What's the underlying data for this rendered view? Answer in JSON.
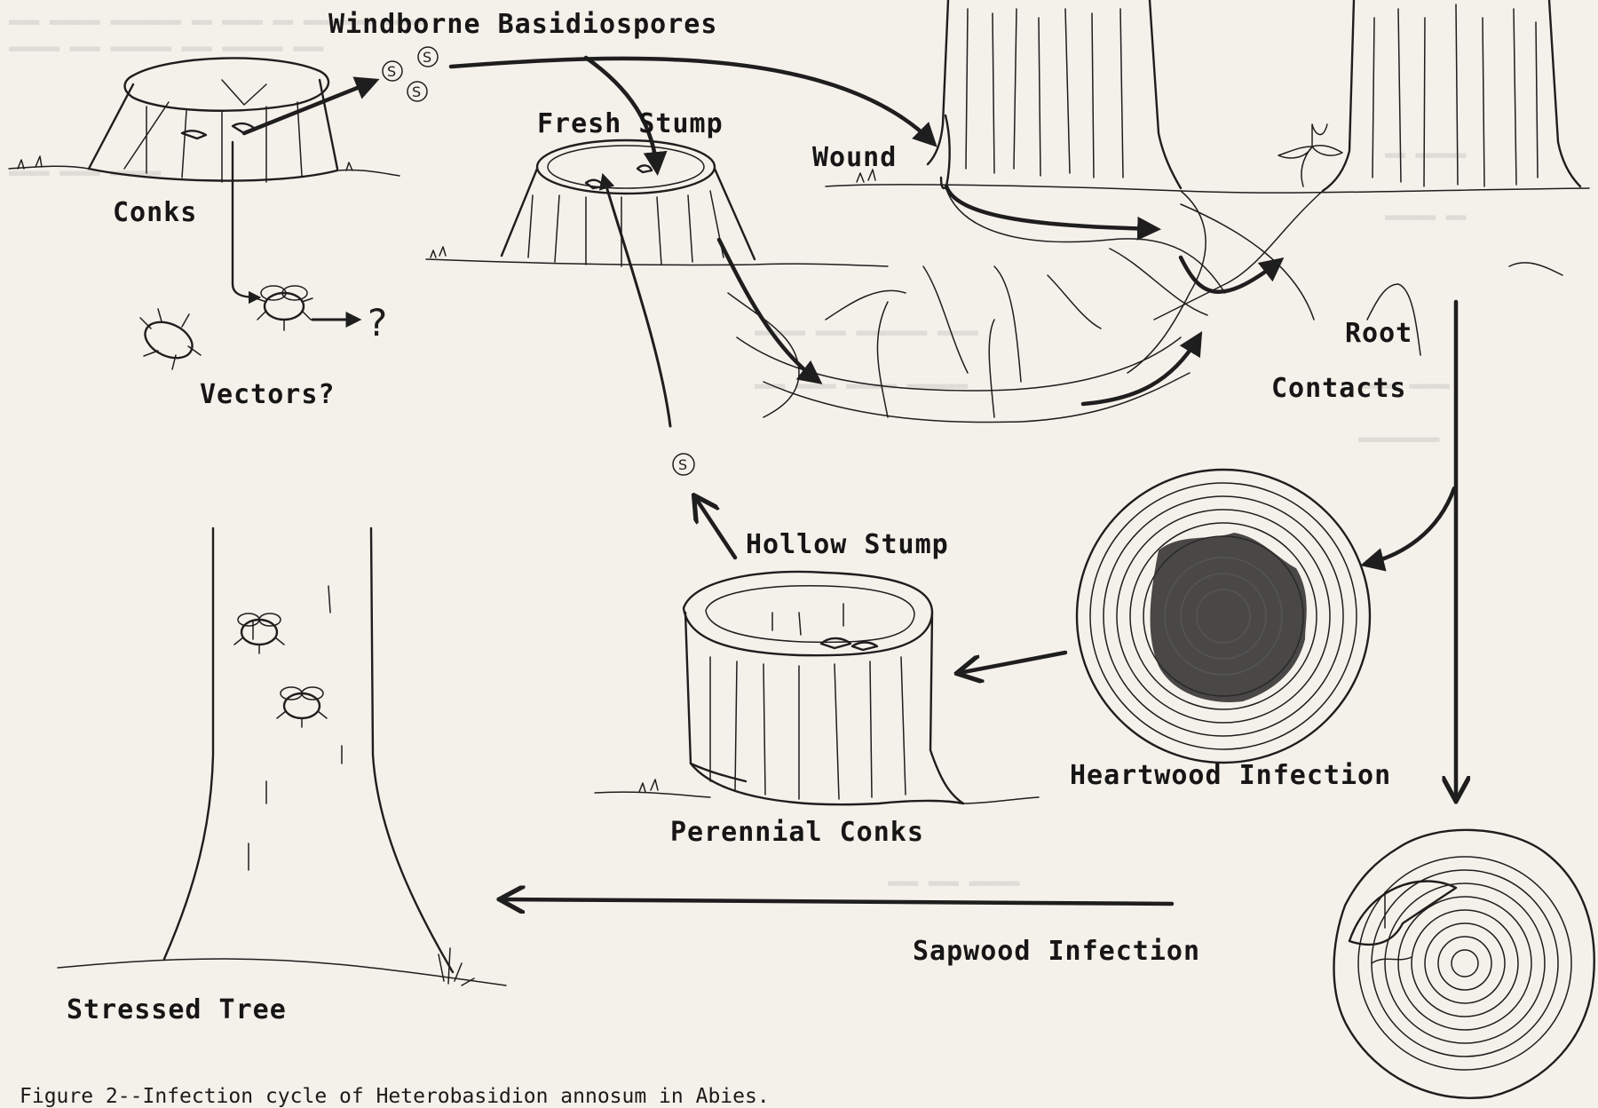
{
  "diagram": {
    "labels": {
      "windborne": "Windborne Basidiospores",
      "fresh_stump": "Fresh Stump",
      "wound": "Wound",
      "conks": "Conks",
      "vectors": "Vectors?",
      "root": "Root",
      "contacts": "Contacts",
      "hollow_stump": "Hollow Stump",
      "perennial_conks": "Perennial Conks",
      "heartwood": "Heartwood Infection",
      "sapwood": "Sapwood Infection",
      "stressed_tree": "Stressed Tree"
    },
    "spore_symbol": "S",
    "unknown_mark": "?"
  },
  "caption": "Figure 2--Infection cycle of Heterobasidion annosum in Abies."
}
